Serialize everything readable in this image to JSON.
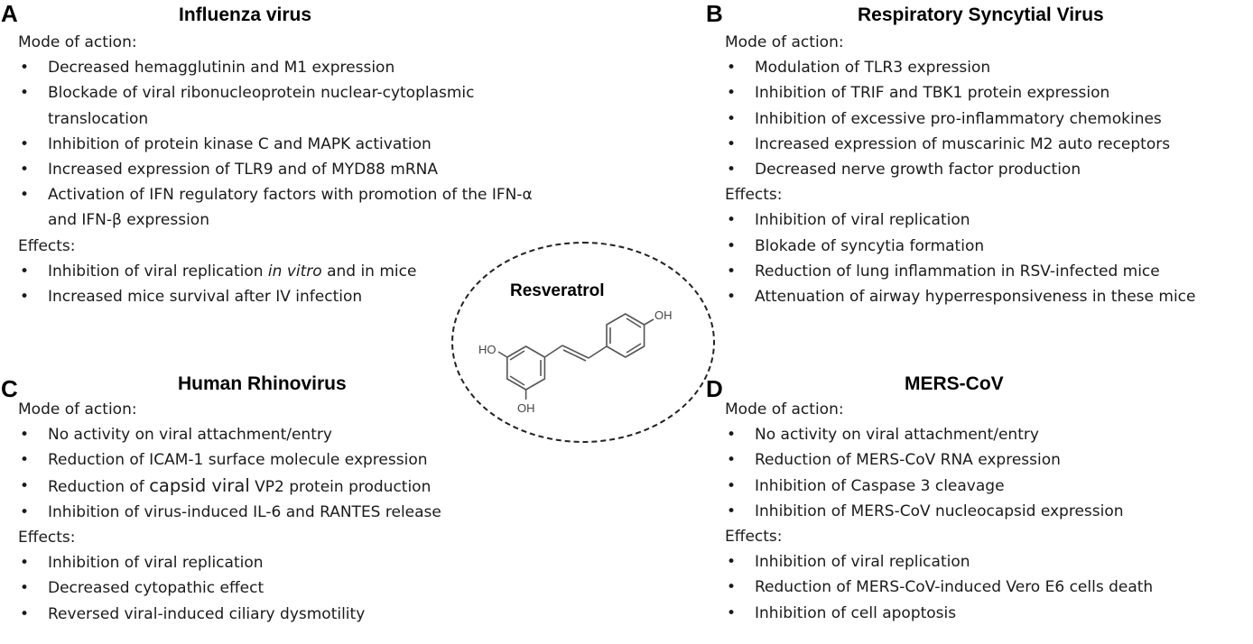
{
  "panels": {
    "a": {
      "letter": "A",
      "title": "Influenza virus",
      "mode_heading": "Mode of action:",
      "mode_items": [
        "Decreased hemagglutinin and M1 expression",
        "Blockade of viral ribonucleoprotein nuclear-cytoplasmic translocation",
        "Inhibition of protein kinase C and MAPK activation",
        "Increased expression of TLR9 and of MYD88 mRNA",
        "Activation of IFN regulatory factors with promotion of the IFN-α and IFN-β expression"
      ],
      "effects_heading": "Effects:",
      "effects_items": [
        {
          "before": "Inhibition of viral replication ",
          "italic": "in vitro",
          "after": " and in mice"
        },
        "Increased mice survival after IV infection"
      ]
    },
    "b": {
      "letter": "B",
      "title": "Respiratory Syncytial Virus",
      "mode_heading": "Mode of action:",
      "mode_items": [
        "Modulation of TLR3 expression",
        "Inhibition of TRIF and TBK1 protein expression",
        "Inhibition of excessive pro-inflammatory chemokines",
        "Increased expression of muscarinic M2 auto receptors",
        "Decreased nerve growth factor production"
      ],
      "effects_heading": "Effects:",
      "effects_items": [
        "Inhibition of viral replication",
        "Blokade of syncytia formation",
        "Reduction of lung  inflammation in RSV-infected mice",
        "Attenuation of airway hyperresponsiveness in these mice"
      ]
    },
    "c": {
      "letter": "C",
      "title": "Human Rhinovirus",
      "mode_heading": "Mode of action:",
      "mode_items": [
        "No activity on viral attachment/entry",
        "Reduction of ICAM-1 surface molecule expression",
        {
          "before": "Reduction of ",
          "big": "capsid viral",
          "after": " VP2 protein production"
        },
        "Inhibition of virus-induced IL-6 and RANTES release"
      ],
      "effects_heading": "Effects:",
      "effects_items": [
        "Inhibition of viral replication",
        "Decreased cytopathic effect",
        "Reversed viral-induced ciliary dysmotility"
      ]
    },
    "d": {
      "letter": "D",
      "title": "MERS-CoV",
      "mode_heading": "Mode of action:",
      "mode_items": [
        "No activity on viral attachment/entry",
        "Reduction of MERS-CoV RNA expression",
        "Inhibition of Caspase 3 cleavage",
        "Inhibition of MERS-CoV nucleocapsid expression"
      ],
      "effects_heading": "Effects:",
      "effects_items": [
        "Inhibition of viral replication",
        "Reduction of MERS-CoV-induced Vero E6 cells death",
        "Inhibition of cell apoptosis"
      ]
    }
  },
  "center": {
    "title": "Resveratrol",
    "oh_labels": [
      "OH",
      "HO",
      "OH"
    ]
  }
}
